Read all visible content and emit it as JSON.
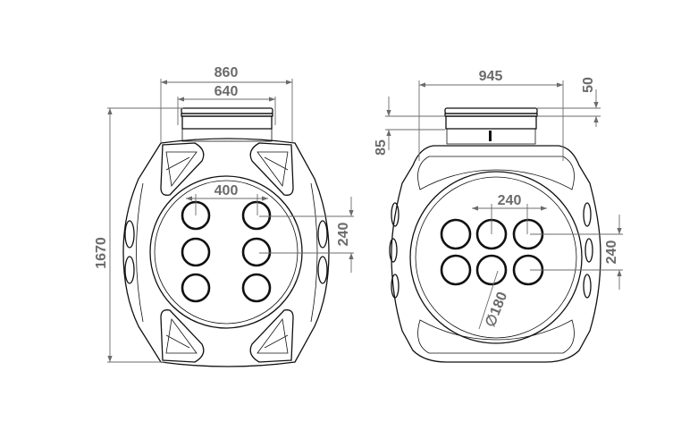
{
  "front_view": {
    "dimensions": {
      "overall_width": "860",
      "neck_width": "640",
      "overall_height": "1670",
      "hole_spacing_horizontal": "400",
      "hole_spacing_vertical": "240"
    },
    "hole_grid": {
      "columns": 2,
      "rows": 3
    }
  },
  "side_view": {
    "dimensions": {
      "overall_width": "945",
      "cap_height": "50",
      "neck_height": "85",
      "hole_spacing_horizontal": "240",
      "hole_spacing_vertical": "240",
      "hole_diameter": "∅180"
    },
    "hole_grid": {
      "columns": 3,
      "rows": 2
    }
  }
}
